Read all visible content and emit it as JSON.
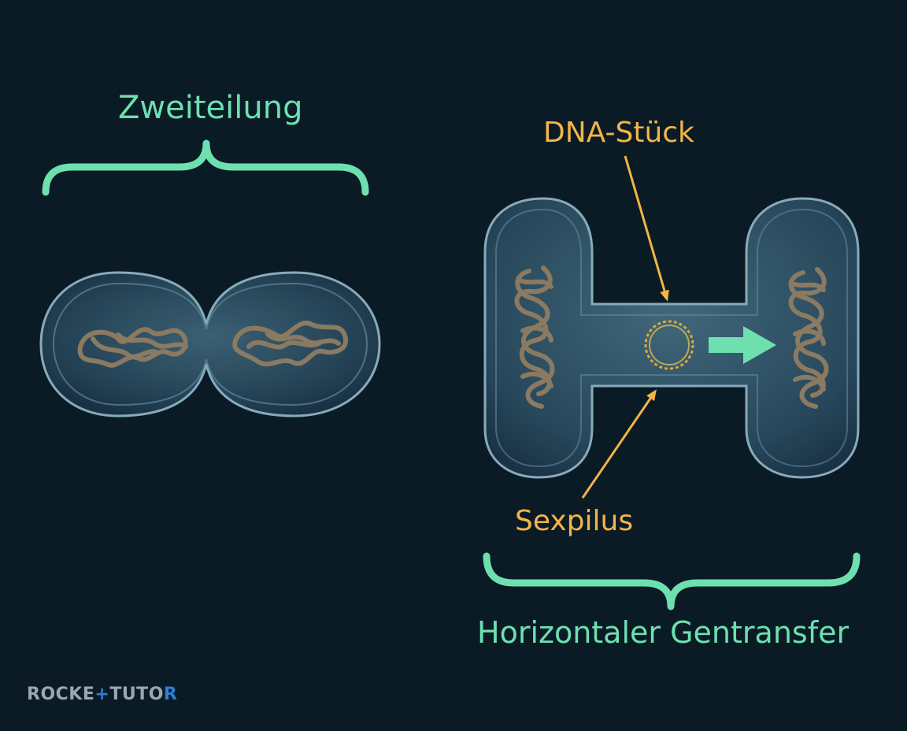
{
  "diagram": {
    "left_title": "Zweiteilung",
    "right_title": "Horizontaler Gentransfer",
    "annotations": {
      "dna_piece": "DNA-Stück",
      "sex_pilus": "Sexpilus"
    }
  },
  "colors": {
    "background": "#0b1b26",
    "label_green": "#6ee0b0",
    "label_orange": "#f2b546",
    "cell_membrane": "#8fb3c4",
    "chromosome": "#8a7a62"
  },
  "logo": {
    "part1": "ROCKE",
    "plus": "+",
    "part2": "TUTO",
    "part3": "R",
    "color_main": "#9aa7b2",
    "color_accent": "#2f7fd6"
  }
}
